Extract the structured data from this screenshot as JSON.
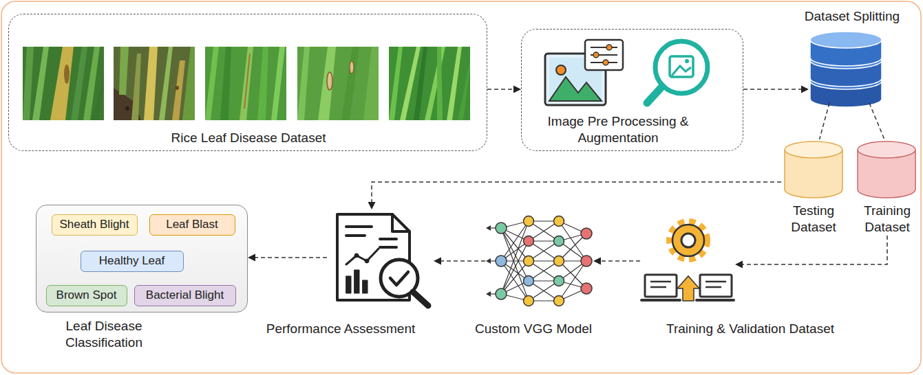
{
  "diagram": {
    "nodes": [
      {
        "text": [
          "Rice Leaf Disease Dataset"
        ]
      },
      {
        "text": [
          "Image Pre Processing & Augmentation"
        ]
      },
      {
        "text": [
          "Dataset Splitting"
        ]
      },
      {
        "text": [
          "Testing Dataset"
        ]
      },
      {
        "text": [
          "Training Dataset"
        ]
      },
      {
        "text": [
          "Leaf Disease Classification"
        ]
      },
      {
        "text": [
          "Sheath Blight"
        ],
        "in": 5
      },
      {
        "text": [
          "Leaf Blast"
        ],
        "in": 5
      },
      {
        "text": [
          "Healthy Leaf"
        ],
        "in": 5
      },
      {
        "text": [
          "Brown Spot"
        ],
        "in": 5
      },
      {
        "text": [
          "Bacterial Blight"
        ],
        "in": 5
      },
      {
        "text": [
          "Performance Assessment"
        ]
      },
      {
        "text": [
          "Custom VGG Model"
        ]
      },
      {
        "text": [
          "Training & Validation Dataset"
        ]
      }
    ],
    "edges": [
      {
        "from": 0,
        "to": 1,
        "arrow": "to"
      },
      {
        "from": 1,
        "to": 2,
        "arrow": "to"
      },
      {
        "from": 2,
        "to": 3,
        "arrow": "none"
      },
      {
        "from": 2,
        "to": 4,
        "arrow": "none"
      },
      {
        "from": 3,
        "to": 11,
        "arrow": "to"
      },
      {
        "from": 4,
        "to": 13,
        "arrow": "to"
      },
      {
        "from": 13,
        "to": 12,
        "arrow": "to"
      },
      {
        "from": 12,
        "to": 11,
        "arrow": "to"
      },
      {
        "from": 11,
        "to": 5,
        "arrow": "to"
      }
    ]
  }
}
